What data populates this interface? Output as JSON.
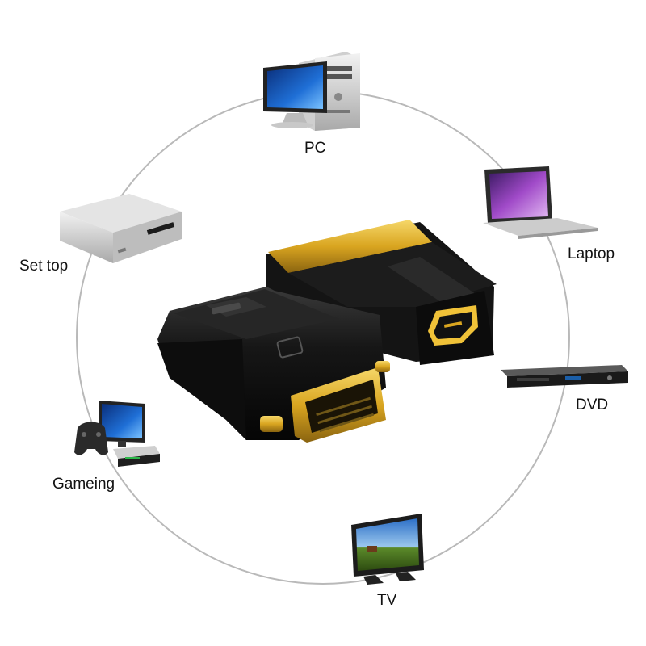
{
  "labels": {
    "pc": "PC",
    "laptop": "Laptop",
    "dvd": "DVD",
    "tv": "TV",
    "gaming": "Gameing",
    "set_top": "Set top"
  },
  "icons": {
    "center": "hdmi-dvi-adapter-icon",
    "pc": "desktop-computer-icon",
    "laptop": "laptop-icon",
    "dvd": "dvd-player-icon",
    "tv": "flat-tv-icon",
    "gaming": "game-console-icon",
    "set_top": "set-top-box-icon"
  },
  "colors": {
    "ring": "#b9b9b9",
    "adapter_body": "#151515",
    "gold": "#d9a520"
  }
}
